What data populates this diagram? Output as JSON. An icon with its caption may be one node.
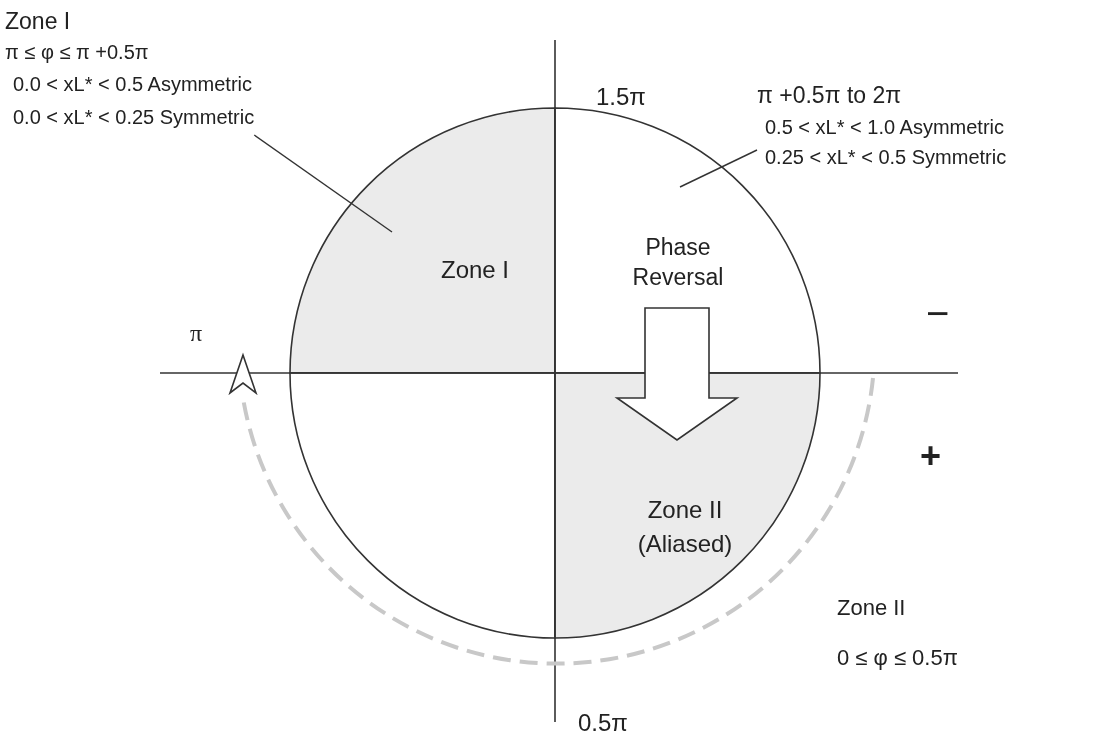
{
  "diagram": {
    "nodes": [
      {
        "text": [
          "Zone I",
          "π ≤ φ ≤  π +0.5π",
          "0.0 < xL* < 0.5 Asymmetric",
          "0.0 < xL* < 0.25 Symmetric"
        ]
      },
      {
        "text": [
          "π +0.5π to 2π",
          "0.5 < xL* < 1.0 Asymmetric",
          "0.25 < xL* < 0.5 Symmetric"
        ]
      },
      {
        "text": [
          "Zone I"
        ]
      },
      {
        "text": [],
        "shape": "quadrant"
      },
      {
        "text": [],
        "shape": "quadrant"
      },
      {
        "text": [
          "Zone II (Aliased)"
        ]
      }
    ],
    "edges": [
      {
        "from": 0,
        "to": 2,
        "arrow": "none"
      },
      {
        "from": 1,
        "to": 3,
        "arrow": "none"
      },
      {
        "from": 3,
        "to": 5,
        "arrow": "to",
        "label": "Phase Reversal",
        "style": "thick"
      }
    ],
    "labels": [
      "1.5π",
      "π",
      "−",
      "+",
      "Zone II",
      "0 ≤ φ ≤ 0.5π",
      "0.5π"
    ]
  }
}
